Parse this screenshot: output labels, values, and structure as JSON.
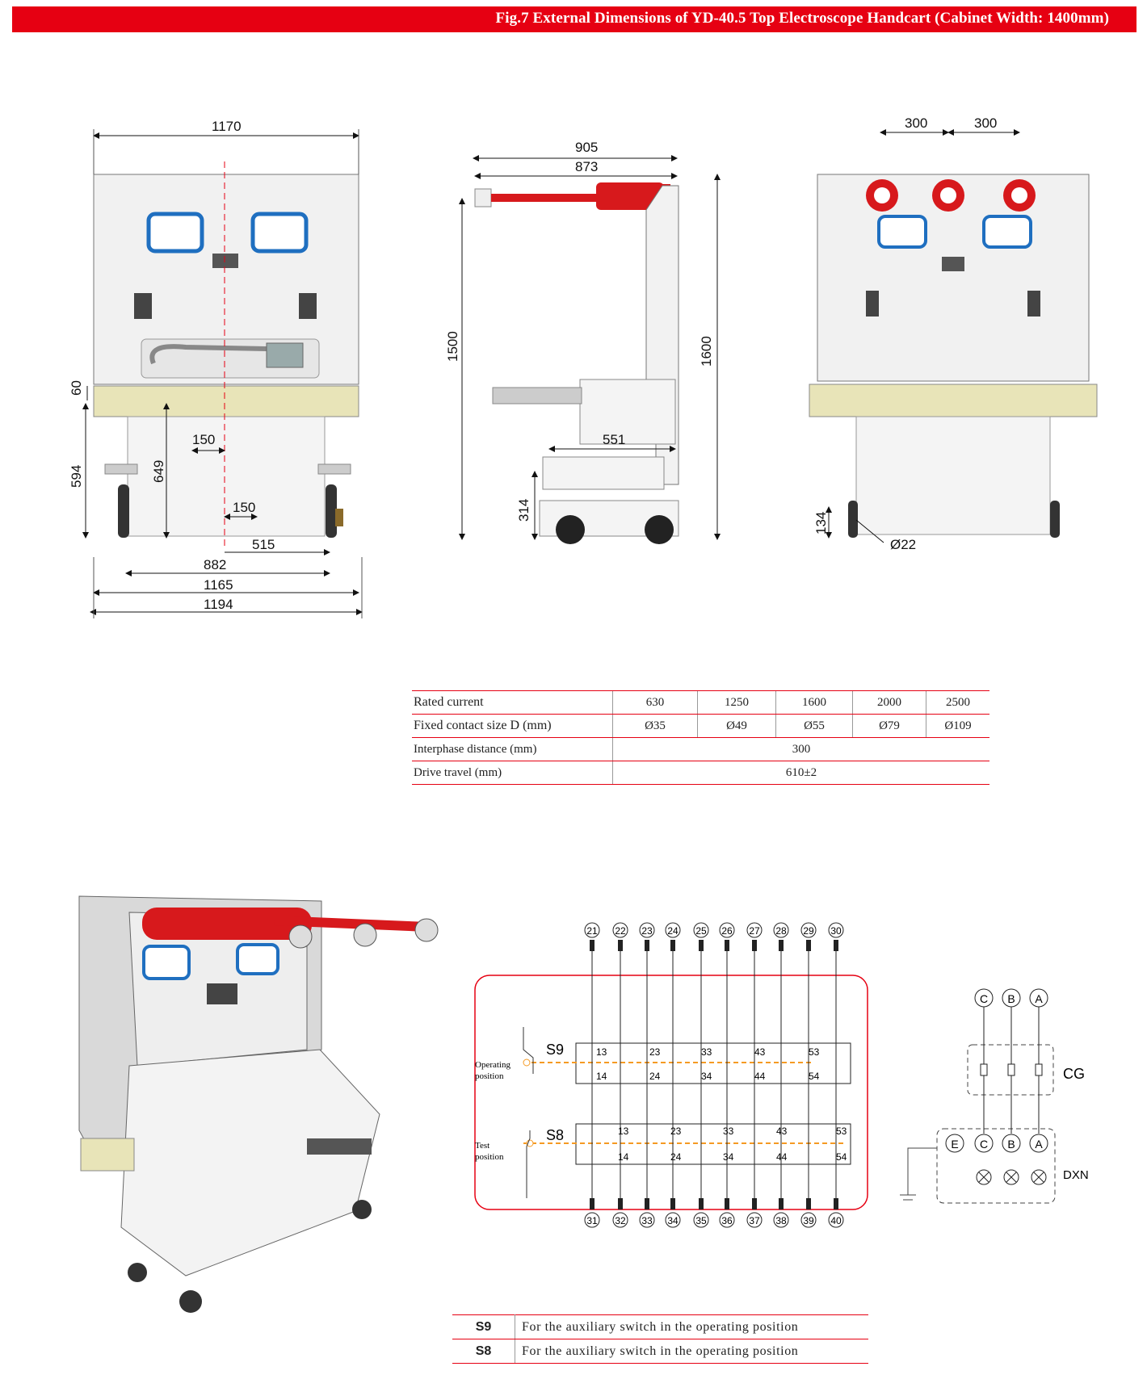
{
  "header": {
    "title": "Fig.7 External Dimensions of YD-40.5 Top Electroscope Handcart (Cabinet Width: 1400mm)"
  },
  "front_view": {
    "dims": {
      "width_top": "1170",
      "h60": "60",
      "h594": "594",
      "h649": "649",
      "off150a": "150",
      "off150b": "150",
      "d515": "515",
      "d882": "882",
      "d1165": "1165",
      "d1194": "1194"
    }
  },
  "side_view": {
    "dims": {
      "d905": "905",
      "d873": "873",
      "h1500": "1500",
      "h1600": "1600",
      "d551": "551",
      "h314": "314"
    }
  },
  "rear_view": {
    "dims": {
      "p300a": "300",
      "p300b": "300",
      "h134": "134",
      "dia22": "Ø22"
    }
  },
  "spec_table": {
    "rows": [
      {
        "label": "Rated current",
        "cells": [
          "630",
          "1250",
          "1600",
          "2000",
          "2500"
        ]
      },
      {
        "label": "Fixed contact size D (mm)",
        "cells": [
          "Ø35",
          "Ø49",
          "Ø55",
          "Ø79",
          "Ø109"
        ]
      },
      {
        "label": "Interphase distance (mm)",
        "span": "300"
      },
      {
        "label": "Drive travel (mm)",
        "span": "610±2"
      }
    ]
  },
  "wiring": {
    "top_terminals": [
      "21",
      "22",
      "23",
      "24",
      "25",
      "26",
      "27",
      "28",
      "29",
      "30"
    ],
    "bottom_terminals": [
      "31",
      "32",
      "33",
      "34",
      "35",
      "36",
      "37",
      "38",
      "39",
      "40"
    ],
    "s9": {
      "name": "S9",
      "top": [
        "13",
        "23",
        "33",
        "43",
        "53"
      ],
      "bottom": [
        "14",
        "24",
        "34",
        "44",
        "54"
      ],
      "pos_label": [
        "Operating",
        "position"
      ]
    },
    "s8": {
      "name": "S8",
      "top": [
        "13",
        "23",
        "33",
        "43",
        "53"
      ],
      "bottom": [
        "14",
        "24",
        "34",
        "44",
        "54"
      ],
      "pos_label": [
        "Test",
        "position"
      ]
    }
  },
  "indicator": {
    "phases_top": [
      "C",
      "B",
      "A"
    ],
    "cg": "CG",
    "dxn": "DXN",
    "dxn_labels": [
      "E",
      "C",
      "B",
      "A"
    ]
  },
  "legend": [
    {
      "key": "S9",
      "text": "For the auxiliary switch in the operating position"
    },
    {
      "key": "S8",
      "text": "For the auxiliary switch in the operating position"
    }
  ],
  "colors": {
    "accent": "#e60012",
    "insulator": "#d7191c",
    "window": "#1f6fc0",
    "frame": "#e8e4b8"
  }
}
